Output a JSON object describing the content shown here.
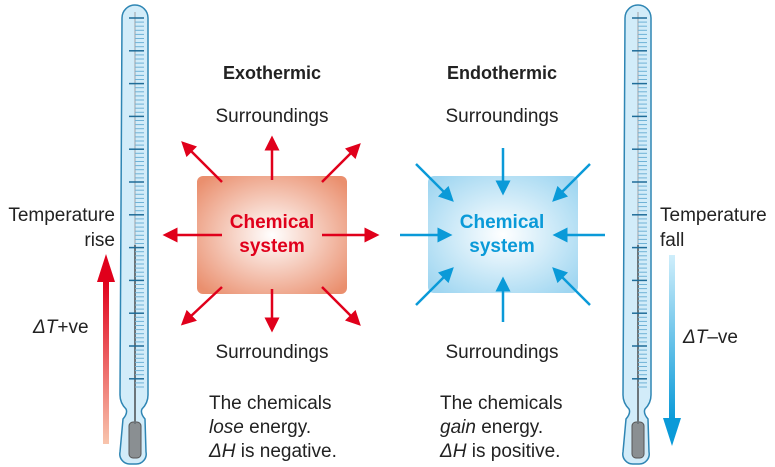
{
  "exothermic": {
    "heading": "Exothermic",
    "surroundings_top": "Surroundings",
    "surroundings_bottom": "Surroundings",
    "box_line1": "Chemical",
    "box_line2": "system",
    "caption_line1": "The chemicals",
    "caption_word": "lose",
    "caption_line2_rest": " energy.",
    "caption_delta": "ΔH",
    "caption_line3_rest": " is negative.",
    "color": "#e0001b"
  },
  "endothermic": {
    "heading": "Endothermic",
    "surroundings_top": "Surroundings",
    "surroundings_bottom": "Surroundings",
    "box_line1": "Chemical",
    "box_line2": "system",
    "caption_line1": "The chemicals",
    "caption_word": "gain",
    "caption_line2_rest": " energy.",
    "caption_delta": "ΔH",
    "caption_line3_rest": " is positive.",
    "color": "#0a9ad8"
  },
  "left_label": {
    "line1": "Temperature",
    "line2": "rise",
    "delta": "ΔT",
    "sign": "+ve"
  },
  "right_label": {
    "line1": "Temperature",
    "line2": "fall",
    "delta": "ΔT",
    "sign": "–ve"
  }
}
